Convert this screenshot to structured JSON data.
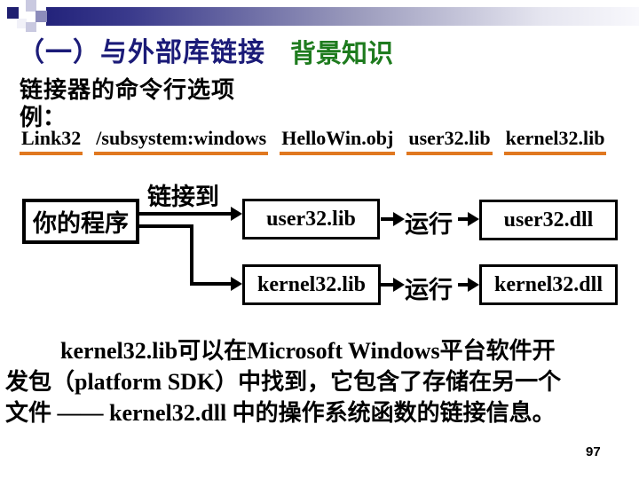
{
  "slide": {
    "header": {
      "title": "（一）与外部库链接",
      "subtitle": "背景知识"
    },
    "section": {
      "heading": "链接器的命令行选项",
      "example_label": "例："
    },
    "command": {
      "words": [
        "Link32",
        "/subsystem:windows",
        "HelloWin.obj",
        "user32.lib",
        "kernel32.lib"
      ]
    },
    "diagram": {
      "program_label": "你的程序",
      "link_label": "链接到",
      "run_label": "运行",
      "rows": [
        {
          "lib": "user32.lib",
          "dll": "user32.dll"
        },
        {
          "lib": "kernel32.lib",
          "dll": "kernel32.dll"
        }
      ]
    },
    "paragraph": {
      "line1": "kernel32.lib可以在Microsoft Windows平台软件开",
      "line2": "发包（platform SDK）中找到，它包含了存储在另一个",
      "line3": "文件 —— kernel32.dll 中的操作系统函数的链接信息。"
    },
    "page_number": "97"
  },
  "colors": {
    "title_navy": "#1B1B78",
    "subtitle_green": "#1E7B1E",
    "underline_orange": "#E07820",
    "bar_dark": "#23237B"
  }
}
